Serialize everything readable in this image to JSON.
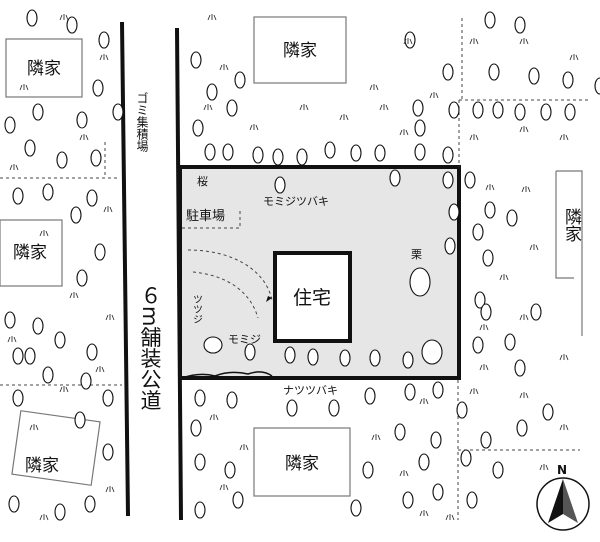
{
  "neighbors": {
    "top_left": "隣家",
    "top_center": "隣家",
    "left_middle": "隣家",
    "right": "隣家",
    "bottom_center": "隣家",
    "bottom_left": "隣家"
  },
  "road": {
    "width_label": "６m舗装公道",
    "garbage_point": "ゴミ集積場"
  },
  "lot": {
    "house": "住宅",
    "parking": "駐車場",
    "sakura": "桜",
    "momiji_tsubaki": "モミジツバキ",
    "kuri": "栗",
    "momiji": "モミジ",
    "tsutsuji": "ツツジ",
    "natsutsubaki": "ナツツバキ"
  },
  "compass": {
    "north": "N"
  },
  "colors": {
    "lot_fill": "#e6e6e6",
    "line": "#111111"
  }
}
